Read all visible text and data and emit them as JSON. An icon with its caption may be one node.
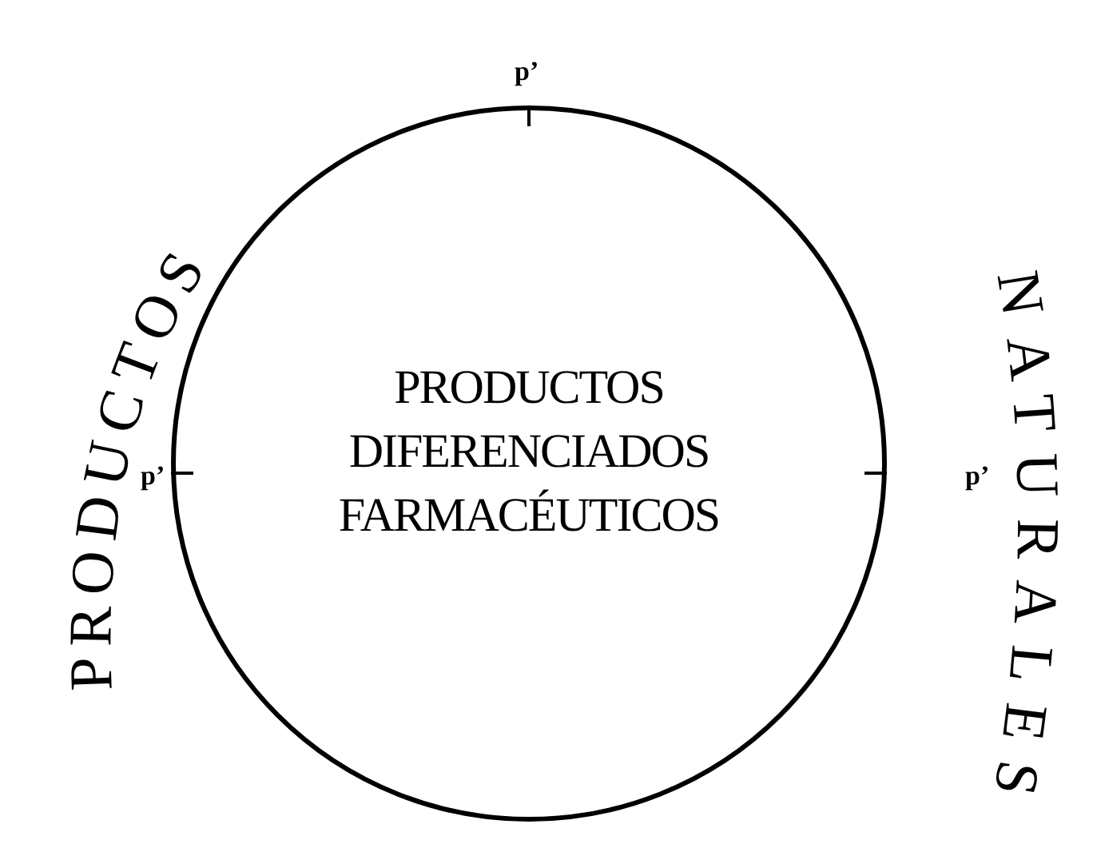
{
  "diagram": {
    "nodes": [
      {
        "text": [
          "PRODUCTOS DIFERENCIADOS FARMACÉUTICOS"
        ]
      }
    ],
    "labels": [
      "p’",
      "PRODUCTOS",
      "p’",
      "p’",
      "NATURALES"
    ]
  }
}
